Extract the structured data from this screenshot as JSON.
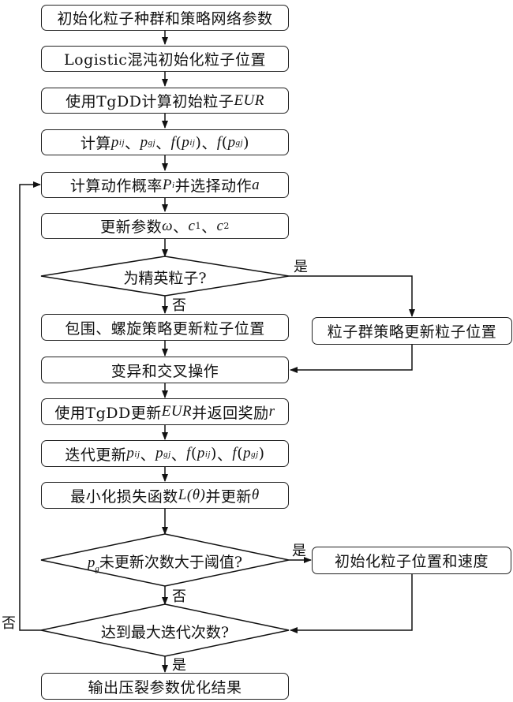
{
  "flowchart": {
    "steps": [
      {
        "id": "init-params",
        "text": "初始化粒子种群和策略网络参数"
      },
      {
        "id": "logistic-init",
        "text": "Logistic混沌初始化粒子位置"
      },
      {
        "id": "tgdd-initial-eur",
        "pre": "使用TgDD计算初始粒子",
        "math": "EUR"
      },
      {
        "id": "compute-best",
        "pre": "计算",
        "parts": [
          "p_ij",
          "p_gj",
          "f(p_ij)",
          "f(p_gj)"
        ],
        "sep": "、"
      },
      {
        "id": "select-action",
        "pre": "计算动作概率",
        "math": "P",
        "sub": "i",
        "post": "并选择动作",
        "math2": "a"
      },
      {
        "id": "update-params",
        "pre": "更新参数",
        "math": "ω",
        "post": "、",
        "c1": "c",
        "c1sub": "1",
        "c2": "c",
        "c2sub": "2"
      },
      {
        "id": "surround-spiral",
        "text": "包围、螺旋策略更新粒子位置"
      },
      {
        "id": "mutation-crossover",
        "text": "变异和交叉操作"
      },
      {
        "id": "tgdd-update-eur",
        "pre": "使用TgDD更新",
        "math": "EUR",
        "post": "并返回奖励",
        "math2": "r"
      },
      {
        "id": "iterate-best",
        "pre": "迭代更新",
        "parts": [
          "p_ij",
          "p_gj",
          "f(p_ij)",
          "f(p_gj)"
        ],
        "sep": "、"
      },
      {
        "id": "minimize-loss",
        "pre": "最小化损失函数",
        "math": "L(θ)",
        "post": "并更新",
        "math2": "θ"
      },
      {
        "id": "output-results",
        "text": "输出压裂参数优化结果"
      }
    ],
    "side_steps": [
      {
        "id": "pso-update",
        "text": "粒子群策略更新粒子位置"
      },
      {
        "id": "reinit-particles",
        "text": "初始化粒子位置和速度"
      }
    ],
    "decisions": [
      {
        "id": "is-elite",
        "text": "为精英粒子?",
        "yes": "是",
        "no": "否"
      },
      {
        "id": "pg-threshold",
        "math": "p",
        "sub": "g",
        "text": "未更新次数大于阈值?",
        "yes": "是",
        "no": "否"
      },
      {
        "id": "max-iter",
        "text": "达到最大迭代次数?",
        "yes": "是",
        "no": "否"
      }
    ]
  }
}
